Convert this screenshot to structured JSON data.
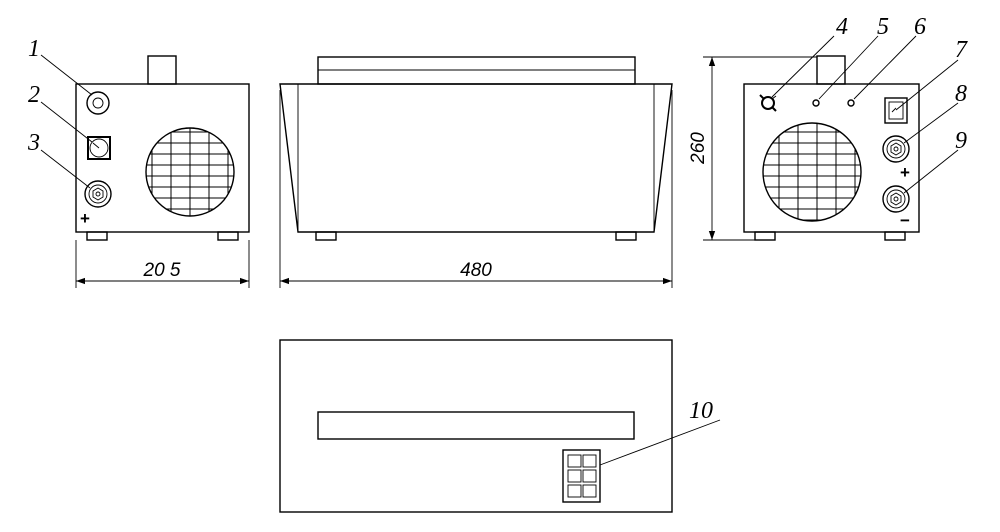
{
  "callouts": [
    "1",
    "2",
    "3",
    "4",
    "5",
    "6",
    "7",
    "8",
    "9",
    "10"
  ],
  "dimensions": {
    "depth": "20 5",
    "length": "480",
    "height": "260"
  },
  "polarity": {
    "plus": "+",
    "minus": "−"
  },
  "colors": {
    "line": "#000000",
    "background": "#ffffff"
  }
}
